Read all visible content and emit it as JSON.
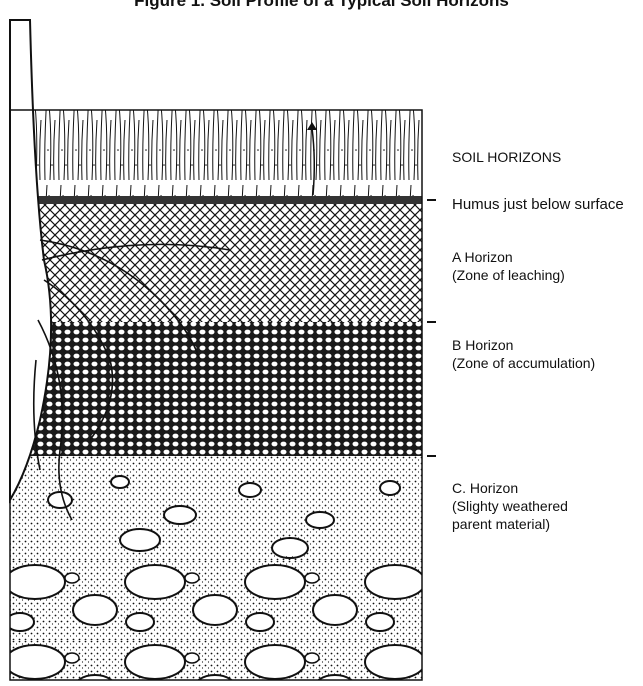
{
  "title": "Figure 1. Soil Profile of a Typical Soil Horizons",
  "labels": {
    "heading": "SOIL HORIZONS",
    "humus": "Humus just below surface",
    "a_name": "A Horizon",
    "a_desc": "(Zone of leaching)",
    "b_name": "B Horizon",
    "b_desc": "(Zone of accumulation)",
    "c_name": "C. Horizon",
    "c_desc1": "(Slighty weathered",
    "c_desc2": "parent material)"
  }
}
